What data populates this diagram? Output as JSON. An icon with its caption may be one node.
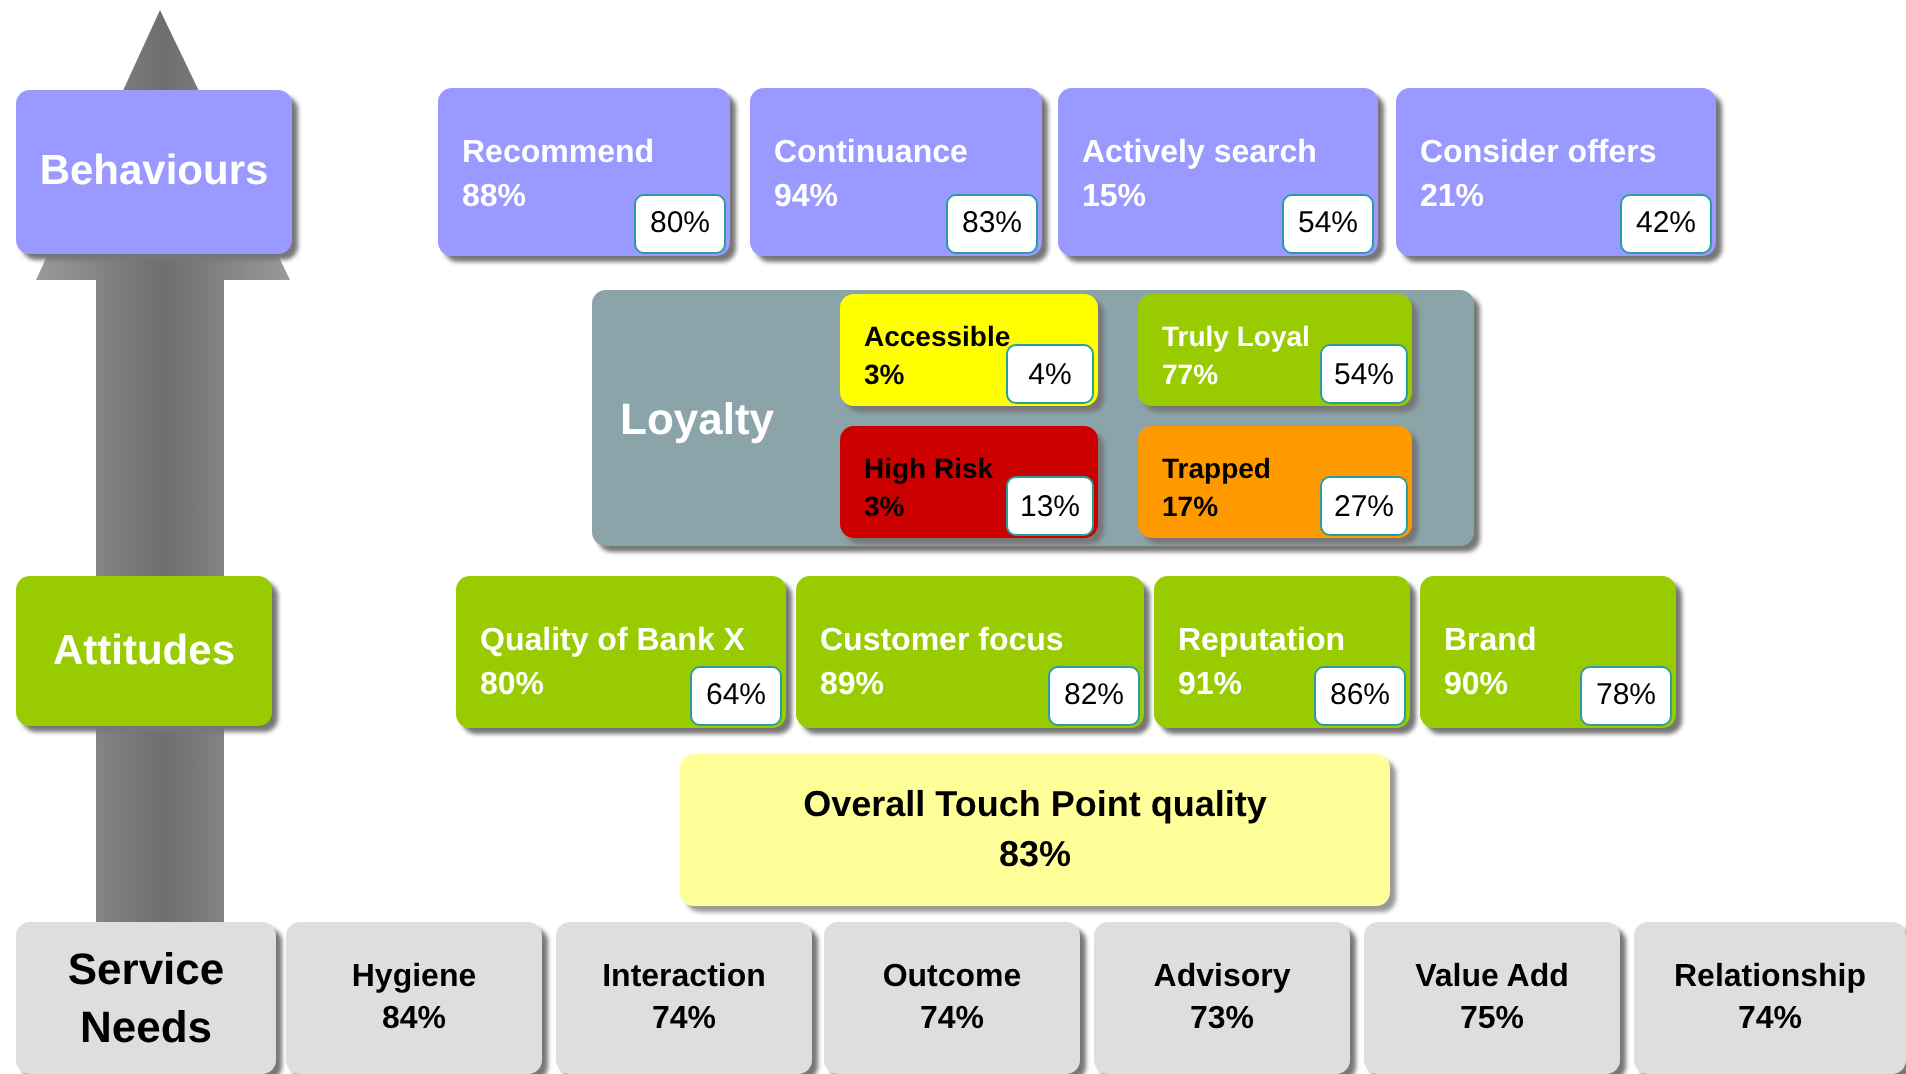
{
  "diagram": {
    "nodes": [
      {
        "text": [
          "Behaviours"
        ]
      },
      {
        "text": [
          "Recommend",
          "88%"
        ]
      },
      {
        "text": [
          "80%"
        ],
        "in": 1
      },
      {
        "text": [
          "Continuance",
          "94%"
        ]
      },
      {
        "text": [
          "83%"
        ],
        "in": 3
      },
      {
        "text": [
          "Actively search",
          "15%"
        ]
      },
      {
        "text": [
          "54%"
        ],
        "in": 5
      },
      {
        "text": [
          "Consider offers",
          "21%"
        ]
      },
      {
        "text": [
          "42%"
        ],
        "in": 7
      },
      {
        "text": [
          "Loyalty"
        ]
      },
      {
        "text": [
          "Accessible",
          "3%"
        ],
        "in": 9
      },
      {
        "text": [
          "4%"
        ],
        "in": 10
      },
      {
        "text": [
          "Truly Loyal",
          "77%"
        ],
        "in": 9
      },
      {
        "text": [
          "54%"
        ],
        "in": 12
      },
      {
        "text": [
          "High Risk",
          "3%"
        ],
        "in": 9
      },
      {
        "text": [
          "13%"
        ],
        "in": 14
      },
      {
        "text": [
          "Trapped",
          "17%"
        ],
        "in": 9
      },
      {
        "text": [
          "27%"
        ],
        "in": 16
      },
      {
        "text": [
          "Attitudes"
        ]
      },
      {
        "text": [
          "Quality of Bank X",
          "80%"
        ]
      },
      {
        "text": [
          "64%"
        ],
        "in": 19
      },
      {
        "text": [
          "Customer focus",
          "89%"
        ]
      },
      {
        "text": [
          "82%"
        ],
        "in": 21
      },
      {
        "text": [
          "Reputation",
          "91%"
        ]
      },
      {
        "text": [
          "86%"
        ],
        "in": 23
      },
      {
        "text": [
          "Brand",
          "90%"
        ]
      },
      {
        "text": [
          "78%"
        ],
        "in": 25
      },
      {
        "text": [
          "Overall Touch Point quality",
          "83%"
        ]
      },
      {
        "text": [
          "Service Needs"
        ]
      },
      {
        "text": [
          "Hygiene",
          "84%"
        ]
      },
      {
        "text": [
          "Interaction",
          "74%"
        ]
      },
      {
        "text": [
          "Outcome",
          "74%"
        ]
      },
      {
        "text": [
          "Advisory",
          "73%"
        ]
      },
      {
        "text": [
          "Value Add",
          "75%"
        ]
      },
      {
        "text": [
          "Relationship",
          "74%"
        ]
      }
    ]
  }
}
